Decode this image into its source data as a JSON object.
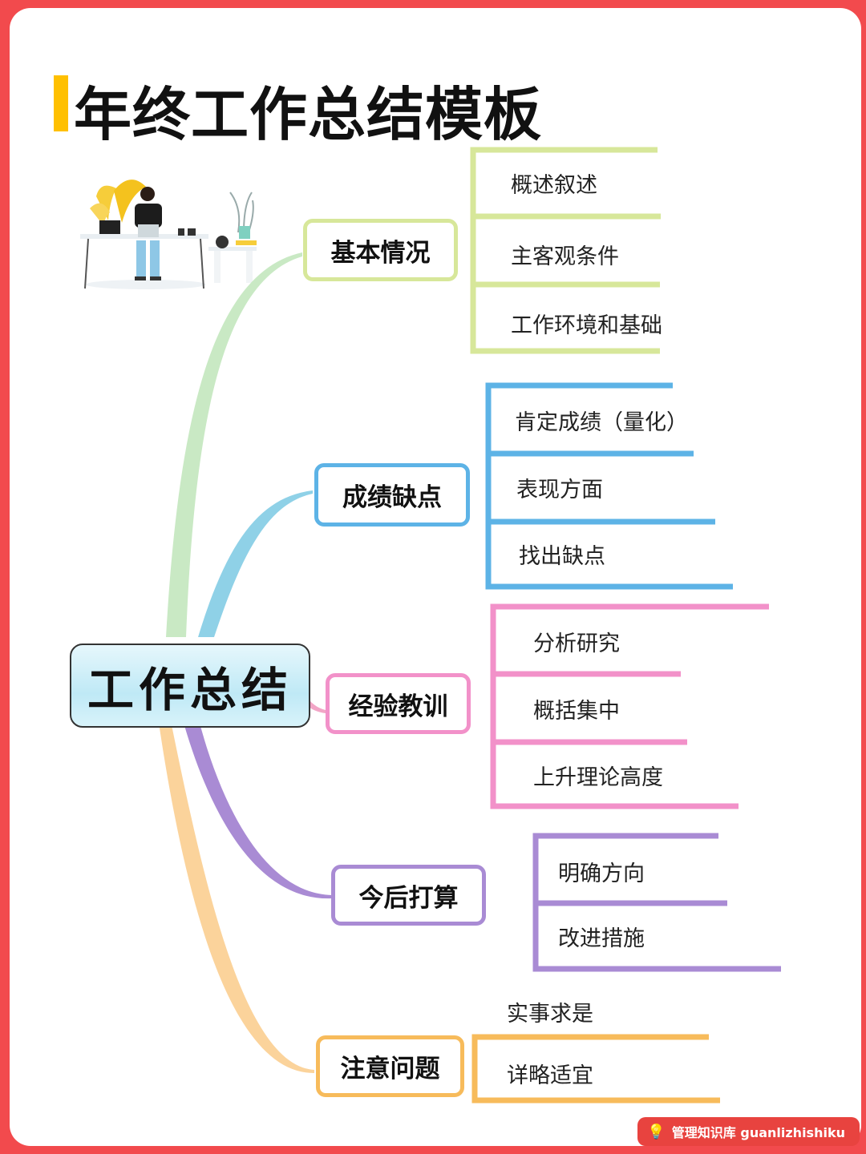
{
  "title": "年终工作总结模板",
  "central": "工作总结",
  "branches": [
    {
      "label": "基本情况",
      "color": "#d7e79a",
      "leaves": [
        "概述叙述",
        "主客观条件",
        "工作环境和基础"
      ]
    },
    {
      "label": "成绩缺点",
      "color": "#5db3e6",
      "leaves": [
        "肯定成绩（量化）",
        "表现方面",
        "找出缺点"
      ]
    },
    {
      "label": "经验教训",
      "color": "#f291c9",
      "leaves": [
        "分析研究",
        "概括集中",
        "上升理论高度"
      ]
    },
    {
      "label": "今后打算",
      "color": "#a98bd4",
      "leaves": [
        "明确方向",
        "改进措施"
      ]
    },
    {
      "label": "注意问题",
      "color": "#f7bb5b",
      "leaves": [
        "实事求是",
        "详略适宜"
      ]
    }
  ],
  "watermark": "管理知识库 guanlizhishiku",
  "icons": [
    "desk-worker-illustration",
    "lightbulb-icon"
  ]
}
